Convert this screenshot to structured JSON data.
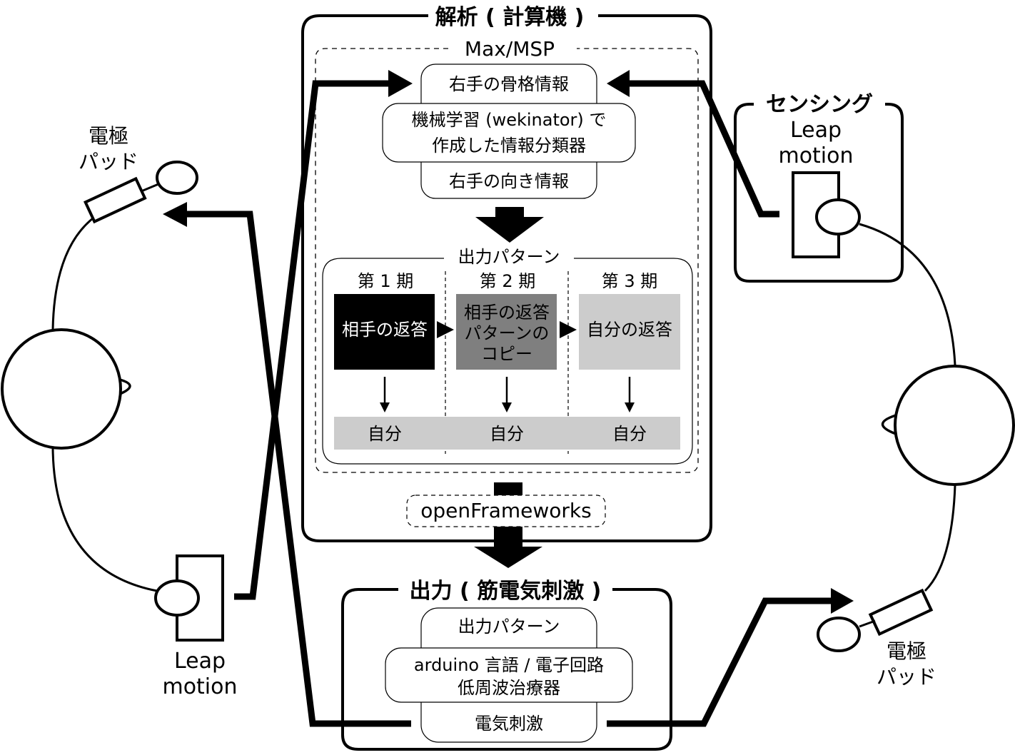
{
  "colors": {
    "ink": "#000000",
    "background": "#ffffff",
    "phase1_fill": "#000000",
    "phase2_fill": "#7f7f7f",
    "phase3_fill": "#cccccc",
    "self_row_fill": "#cccccc"
  },
  "analysis": {
    "title": "解析 ( 計算機 )",
    "max_label": "Max/MSP",
    "skeleton_info": "右手の骨格情報",
    "classifier_line1": "機械学習 (wekinator) で",
    "classifier_line2": "作成した情報分類器",
    "orientation_info": "右手の向き情報",
    "output_pattern_title": "出力パターン",
    "phases": [
      {
        "header": "第 1 期",
        "box_lines": [
          "相手の返答"
        ],
        "self_label": "自分"
      },
      {
        "header": "第 2 期",
        "box_lines": [
          "相手の返答",
          "パターンの",
          "コピー"
        ],
        "self_label": "自分"
      },
      {
        "header": "第 3 期",
        "box_lines": [
          "自分の返答"
        ],
        "self_label": "自分"
      }
    ],
    "openframeworks_label": "openFrameworks"
  },
  "output": {
    "title": "出力 ( 筋電気刺激 )",
    "pattern_label": "出力パターン",
    "circuit_line1": "arduino 言語 / 電子回路",
    "circuit_line2": "低周波治療器",
    "stimulation_label": "電気刺激"
  },
  "sensing": {
    "title": "センシング",
    "device_line1": "Leap",
    "device_line2": "motion"
  },
  "left_person": {
    "electrode_line1": "電極",
    "electrode_line2": "パッド",
    "device_line1": "Leap",
    "device_line2": "motion"
  },
  "right_person": {
    "electrode_line1": "電極",
    "electrode_line2": "パッド"
  }
}
